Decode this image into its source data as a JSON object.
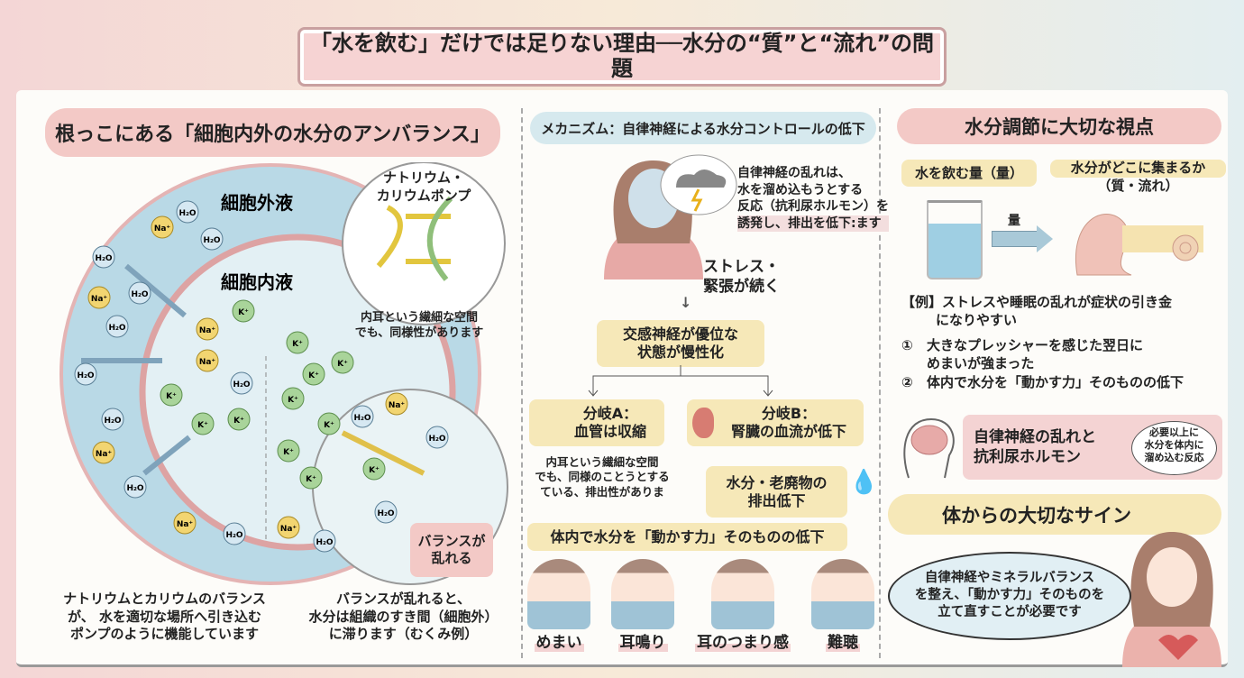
{
  "title": "「水を飲む」だけでは足りない理由──水分の“質”と“流れ”の問題",
  "left": {
    "header": "根っこにある「細胞内外の水分のアンバランス」",
    "extracellular": "細胞外液",
    "intracellular": "細胞内液",
    "ions": {
      "h2o": "H₂O",
      "na": "Na⁺",
      "k": "K⁺"
    },
    "pump_title": [
      "ナトリウム・",
      "カリウムポンプ"
    ],
    "pump_note": [
      "内耳という繊細な空間",
      "でも、同様性があります"
    ],
    "imbalance_label": [
      "バランスが",
      "乱れる"
    ],
    "caption_left": [
      "ナトリウムとカリウムのバランス",
      "が、 水を適切な場所へ引き込む",
      "ポンプのように機能しています"
    ],
    "caption_right": [
      "バランスが乱れると、",
      "水分は組織のすき間（細胞外）",
      "に滞ります（むくみ例）"
    ]
  },
  "middle": {
    "header": "メカニズム：自律神経による水分コントロールの低下",
    "note": [
      "自律神経の乱れは、",
      "水を溜め込もうとする",
      "反応（抗利尿ホルモン）を",
      "誘発し、排出を低下:ます"
    ],
    "stress": [
      "ストレス・",
      "緊張が続く"
    ],
    "sympathetic": [
      "交感神経が優位な",
      "状態が慢性化"
    ],
    "branch_a": [
      "分岐A：",
      "血管は収縮"
    ],
    "branch_b": [
      "分岐B：",
      "腎臓の血流が低下"
    ],
    "branch_a_note": [
      "内耳という繊細な空間",
      "でも、同様のことうとする",
      "ている、排出性がありま"
    ],
    "excretion": [
      "水分・老廃物の",
      "排出低下"
    ],
    "result": "体内で水分を「動かす力」そのものの低下",
    "symptoms": [
      "めまい",
      "耳鳴り",
      "耳のつまり感",
      "難聴"
    ]
  },
  "right": {
    "header": "水分調節に大切な視点",
    "amount_label": "水を飲む量（量）",
    "where_label": [
      "水分がどこに集まるか",
      "（質・流れ）"
    ],
    "arrow_label": "量",
    "example": [
      "【例】ストレスや睡眠の乱れが症状の引き金",
      "になりやすい"
    ],
    "items": [
      {
        "num": "①",
        "text": [
          "大きなプレッシャーを感じた翌日に",
          "めまいが強まった"
        ]
      },
      {
        "num": "②",
        "text": [
          "体内で水分を「動かす力」そのものの低下"
        ]
      }
    ],
    "hormone_box": [
      "自律神経の乱れと",
      "抗利尿ホルモン"
    ],
    "hormone_bubble": [
      "必要以上に",
      "水分を体内に",
      "溜め込む反応"
    ],
    "sign_header": "体からの大切なサイン",
    "sign_bubble": [
      "自律神経やミネラルバランス",
      "を整え、「動かす力」そのものを",
      "立て直すことが必要です"
    ]
  },
  "colors": {
    "pink": "#f3c9c6",
    "cream": "#f6e8b8",
    "blue": "#d6e9ee",
    "ring": "#b9d9e6"
  }
}
